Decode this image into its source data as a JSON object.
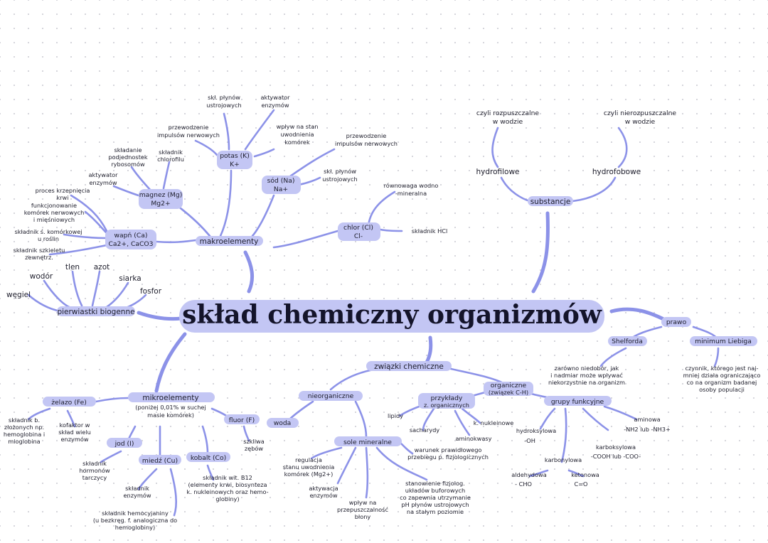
{
  "title": "skład chemiczny organizmów",
  "substances": {
    "root": "substancje",
    "hydrophilic": "hydrofilowe",
    "hydrophobic": "hydrofobowe",
    "hydrophilic_note": [
      "czyli rozpuszczalne",
      "w wodzie"
    ],
    "hydrophobic_note": [
      "czyli nierozpuszczalne",
      "w wodzie"
    ]
  },
  "biogenic": {
    "label": "pierwiastki biogenne",
    "items": [
      "wodór",
      "tlen",
      "azot",
      "siarka",
      "węgiel",
      "fosfor"
    ]
  },
  "macro": {
    "label": "makroelementy",
    "potassium": {
      "label": [
        "potas (K)",
        "K+"
      ],
      "notes": [
        [
          "skł. płynów",
          "ustrojowych"
        ],
        [
          "aktywator",
          "enzymów"
        ],
        [
          "przewodzenie",
          "impulsów nerwowych"
        ],
        [
          "wpływ na stan",
          "uwodnienia",
          "komórek"
        ]
      ]
    },
    "sodium": {
      "label": [
        "sód (Na)",
        "Na+"
      ],
      "notes": [
        [
          "przewodzenie",
          "impulsów nerwowych"
        ],
        [
          "skł. płynów",
          "ustrojowych"
        ]
      ]
    },
    "magnesium": {
      "label": [
        "magnez (Mg)",
        "Mg2+"
      ],
      "notes": [
        [
          "składanie",
          "podjednostek",
          "rybosomów"
        ],
        [
          "składnik",
          "chlorofilu"
        ],
        [
          "aktywator",
          "enzymów"
        ]
      ]
    },
    "calcium": {
      "label": [
        "wapń (Ca)",
        "Ca2+, CaCO3"
      ],
      "notes": [
        [
          "proces krzepnięcia",
          "krwi"
        ],
        [
          "funkcjonowanie",
          "komórek nerwowych",
          "i mięśniowych"
        ],
        [
          "składnik ś. komórkowej",
          "u roślin"
        ],
        [
          "składnik szkieletu",
          "zewnętrz."
        ]
      ]
    },
    "chlorine": {
      "label": [
        "chlor (Cl)",
        "Cl-"
      ],
      "notes": [
        [
          "równowaga wodno",
          "-mineralna"
        ],
        [
          "składnik HCl"
        ]
      ]
    }
  },
  "micro": {
    "label": [
      "mikroelementy",
      "(poniżej 0,01% w suchej",
      "masie komórek)"
    ],
    "iron": {
      "label": "żelazo (Fe)",
      "notes": [
        [
          "składnik b.",
          "złożonych np.",
          "hemoglobina i",
          "mioglobina"
        ],
        [
          "kofaktor w",
          "skład wielu",
          "enzymów"
        ]
      ]
    },
    "iodine": {
      "label": "jod (I)",
      "notes": [
        [
          "składnik",
          "hormonów",
          "tarczycy"
        ]
      ]
    },
    "copper": {
      "label": "miedź (Cu)",
      "notes": [
        [
          "składnik",
          "enzymów"
        ],
        [
          "składnik hemocyjaniny",
          "(u bezkręg. f. analogiczna do",
          "hemoglobiny)"
        ]
      ]
    },
    "cobalt": {
      "label": "kobalt (Co)",
      "notes": [
        [
          "składnik wit. B12",
          "(elementy krwi, biosynteza",
          "k. nukleinowych oraz hemo-",
          "globiny)"
        ]
      ]
    },
    "fluorine": {
      "label": "fluor (F)",
      "notes": [
        [
          "szkliwa",
          "zębów"
        ]
      ]
    }
  },
  "compounds": {
    "label": "związki chemiczne",
    "inorganic": {
      "label": "nieorganiczne",
      "water": "woda",
      "salts": {
        "label": "sole mineralne",
        "notes": [
          [
            "regulacja",
            "stanu uwodnienia",
            "komórek (Mg2+)"
          ],
          [
            "aktywacja",
            "enzymów"
          ],
          [
            "wpływ na",
            "przepuszczalność",
            "błony"
          ],
          [
            "stanowienie fizjolog.",
            "układów buforowych",
            "co zapewnia utrzymanie",
            "pH płynów ustrojowych",
            "na stałym poziomie"
          ],
          [
            "warunek prawidłowego",
            "przebiegu p. fizjologicznych"
          ]
        ]
      }
    },
    "organic": {
      "label": [
        "organiczne",
        "(związek C-H)"
      ],
      "examples": {
        "label": [
          "przykłady",
          "z. organicznych"
        ],
        "items": [
          "lipidy",
          "sacharydy",
          "k. nukleinowe",
          "aminokwasy"
        ]
      },
      "groups": {
        "label": "grupy funkcyjne",
        "items": [
          [
            "hydroksylowa",
            "-OH"
          ],
          [
            "karbonylowa"
          ],
          [
            "karboksylowa",
            "-COOH lub -COO-"
          ],
          [
            "aminowa",
            "-NH2 lub -NH3+"
          ],
          [
            "aldehydowa",
            "- CHO"
          ],
          [
            "ketonowa",
            "C=O"
          ]
        ]
      }
    }
  },
  "laws": {
    "label": "prawo",
    "shelford": {
      "label": "Shelforda",
      "note": [
        "zarówno niedobór, jak",
        "i nadmiar może wpływać",
        "niekorzystnie na organizm"
      ]
    },
    "liebig": {
      "label": "minimum Liebiga",
      "note": [
        "czynnik, którego jest naj-",
        "mniej działa ograniczająco",
        "co na organizm badanej",
        "osoby populacji"
      ]
    }
  },
  "colors": {
    "accent": "#8c92e8",
    "highlight": "#c3c6f4",
    "ink": "#1d1d2b"
  }
}
